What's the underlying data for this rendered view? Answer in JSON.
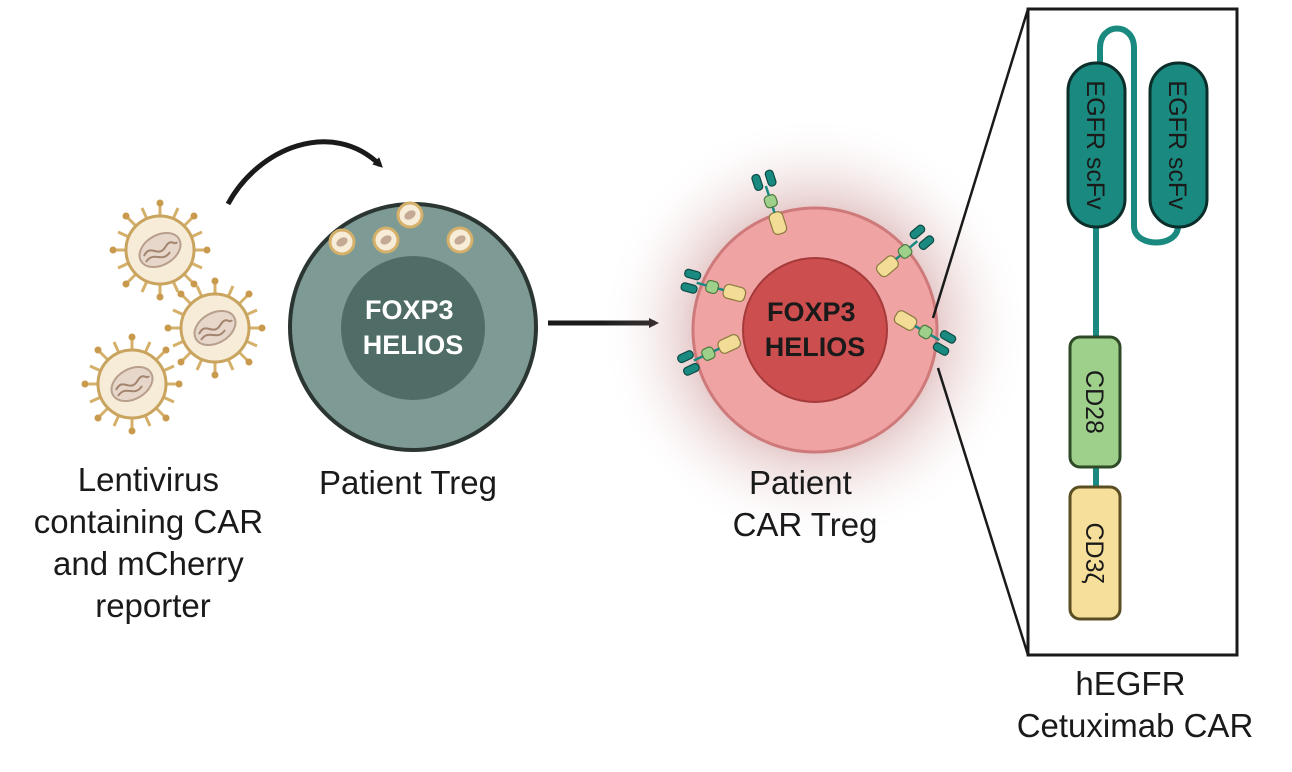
{
  "lentivirus_caption": [
    "Lentivirus",
    "containing CAR",
    "and mCherry",
    "reporter"
  ],
  "treg": {
    "caption": "Patient Treg",
    "core_lines": [
      "FOXP3",
      "HELIOS"
    ]
  },
  "car_treg": {
    "caption_lines": [
      "Patient",
      "CAR Treg"
    ],
    "core_lines": [
      "FOXP3",
      "HELIOS"
    ]
  },
  "car_construct": {
    "domains": [
      "EGFR scFv",
      "EGFR scFv",
      "CD28",
      "CD3ζ"
    ],
    "caption_lines": [
      "hEGFR",
      "Cetuximab CAR"
    ]
  },
  "colors": {
    "treg_outer": "#7e9a94",
    "treg_core": "#4f6c66",
    "car_outer": "#f0a3a3",
    "car_core": "#cc4e4e",
    "scfv": "#1a8a80",
    "cd28": "#9ed08c",
    "cd3z": "#f5df9a"
  }
}
